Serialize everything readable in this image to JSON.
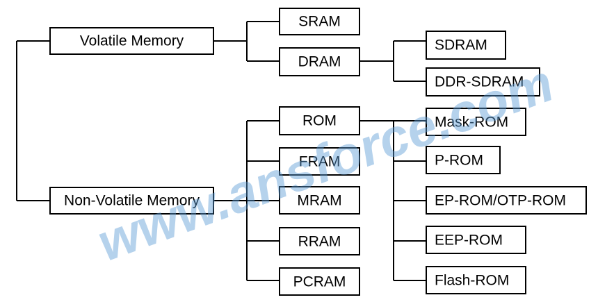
{
  "colors": {
    "line": "#000000",
    "box_fill": "#ffffff",
    "watermark": "#5b9bd5"
  },
  "watermark": {
    "text": "www.ansforce.com"
  },
  "nodes": {
    "volatile": "Volatile Memory",
    "nonvolatile": "Non-Volatile Memory",
    "sram": "SRAM",
    "dram": "DRAM",
    "sdram": "SDRAM",
    "ddr_sdram": "DDR-SDRAM",
    "rom": "ROM",
    "fram": "FRAM",
    "mram": "MRAM",
    "rram": "RRAM",
    "pcram": "PCRAM",
    "mask_rom": "Mask-ROM",
    "p_rom": "P-ROM",
    "ep_rom": "EP-ROM/OTP-ROM",
    "eep_rom": "EEP-ROM",
    "flash_rom": "Flash-ROM"
  }
}
